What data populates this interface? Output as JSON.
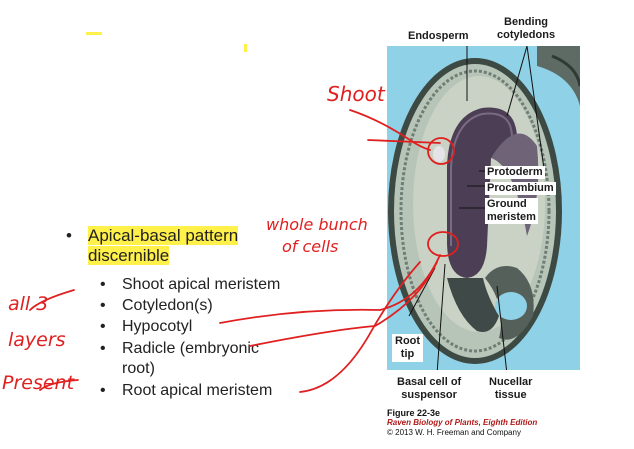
{
  "main_bullet": {
    "bullet": "•",
    "line1": "Apical-basal pattern",
    "line2": "discernible"
  },
  "sub_bullets": [
    {
      "bullet": "•",
      "text": "Shoot apical meristem"
    },
    {
      "bullet": "•",
      "text": "Cotyledon(s)"
    },
    {
      "bullet": "•",
      "text": "Hypocotyl"
    },
    {
      "bullet": "•",
      "text": "Radicle (embryonic"
    },
    {
      "bullet": "",
      "text": "root)"
    },
    {
      "bullet": "•",
      "text": "Root apical meristem"
    }
  ],
  "figure_labels": {
    "endosperm": "Endosperm",
    "bending_1": "Bending",
    "bending_2": "cotyledons",
    "protoderm": "Protoderm",
    "procambium": "Procambium",
    "ground_1": "Ground",
    "ground_2": "meristem",
    "root_1": "Root",
    "root_2": "tip",
    "basal_1": "Basal cell of",
    "basal_2": "suspensor",
    "nucellar_1": "Nucellar",
    "nucellar_2": "tissue"
  },
  "caption": {
    "figure": "Figure 22-3e",
    "book": "Raven Biology of Plants, Eighth Edition",
    "copyright": "© 2013 W. H. Freeman and Company"
  },
  "handwriting": {
    "shoot": "Shoot",
    "whole_1": "whole bunch",
    "whole_2": "of cells",
    "all_1": "all 3",
    "all_2": "layers",
    "present": "Present"
  },
  "colors": {
    "highlight": "#fff04a",
    "ink": "#e02020",
    "micrograph_bg": "#8fd1e6"
  }
}
